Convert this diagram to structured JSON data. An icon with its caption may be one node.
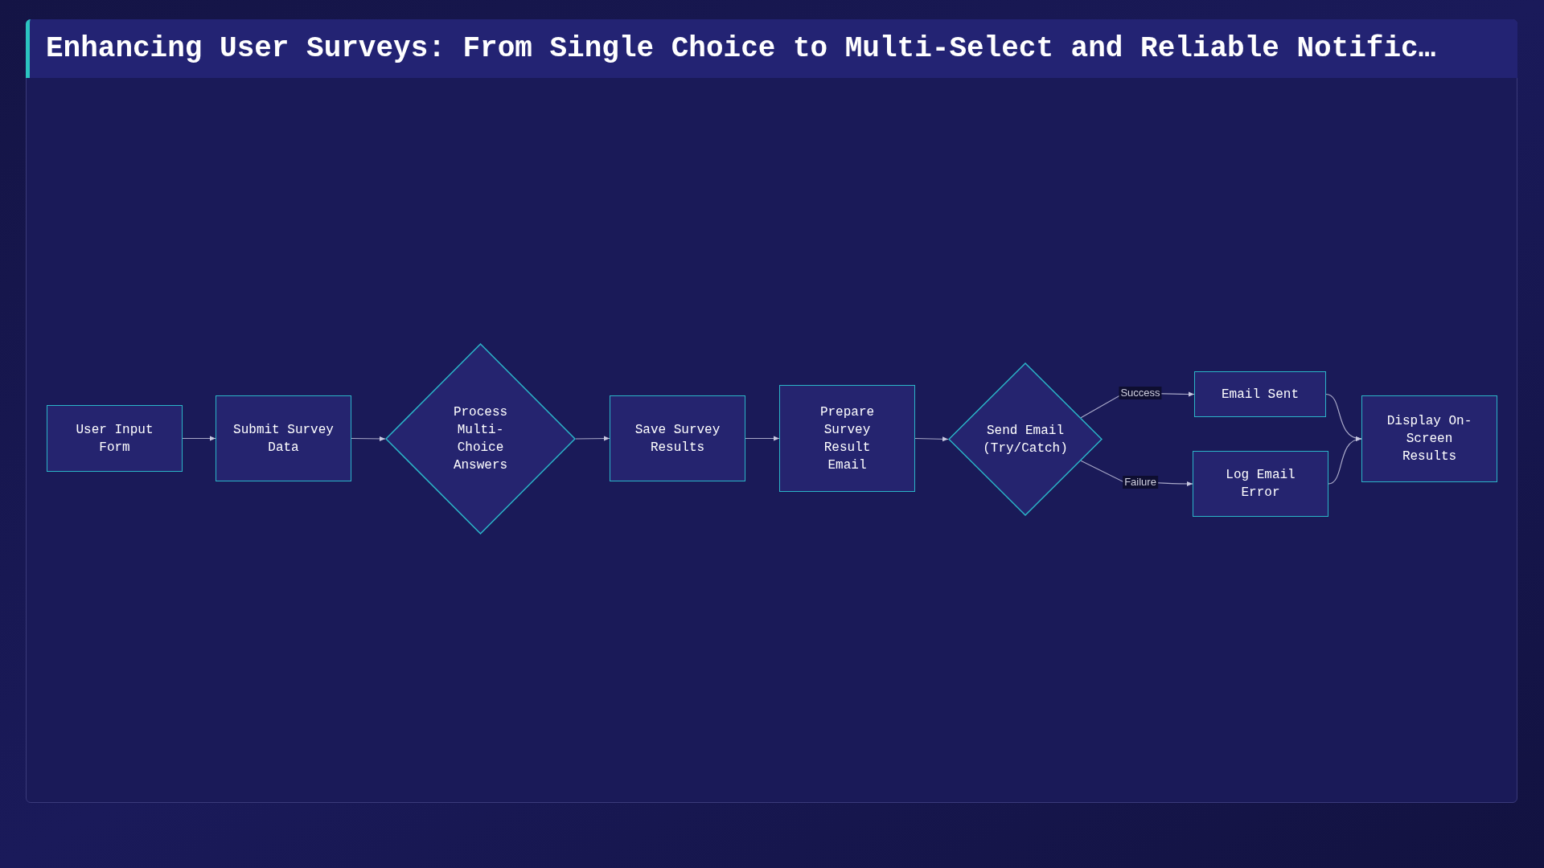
{
  "diagram": {
    "title": "Enhancing User Surveys: From Single Choice to Multi-Select and Reliable Notific…",
    "nodes": [
      {
        "text": [
          "User Input Form"
        ]
      },
      {
        "text": [
          "Submit Survey Data"
        ]
      },
      {
        "text": [
          "Process Multi-Choice Answers"
        ]
      },
      {
        "text": [
          "Save Survey Results"
        ]
      },
      {
        "text": [
          "Prepare Survey Result Email"
        ]
      },
      {
        "text": [
          "Send Email (Try/Catch)"
        ]
      },
      {
        "text": [
          "Email Sent"
        ]
      },
      {
        "text": [
          "Log Email Error"
        ]
      },
      {
        "text": [
          "Display On-Screen Results"
        ]
      }
    ],
    "edges": [
      {
        "from": 0,
        "to": 1,
        "arrow": "to"
      },
      {
        "from": 1,
        "to": 2,
        "arrow": "to"
      },
      {
        "from": 2,
        "to": 3,
        "arrow": "to"
      },
      {
        "from": 3,
        "to": 4,
        "arrow": "to"
      },
      {
        "from": 4,
        "to": 5,
        "arrow": "to"
      },
      {
        "from": 5,
        "to": 6,
        "arrow": "to",
        "label": "Success"
      },
      {
        "from": 5,
        "to": 7,
        "arrow": "to",
        "label": "Failure"
      },
      {
        "from": 6,
        "to": 8,
        "arrow": "to"
      },
      {
        "from": 7,
        "to": 8,
        "arrow": "to"
      }
    ]
  }
}
